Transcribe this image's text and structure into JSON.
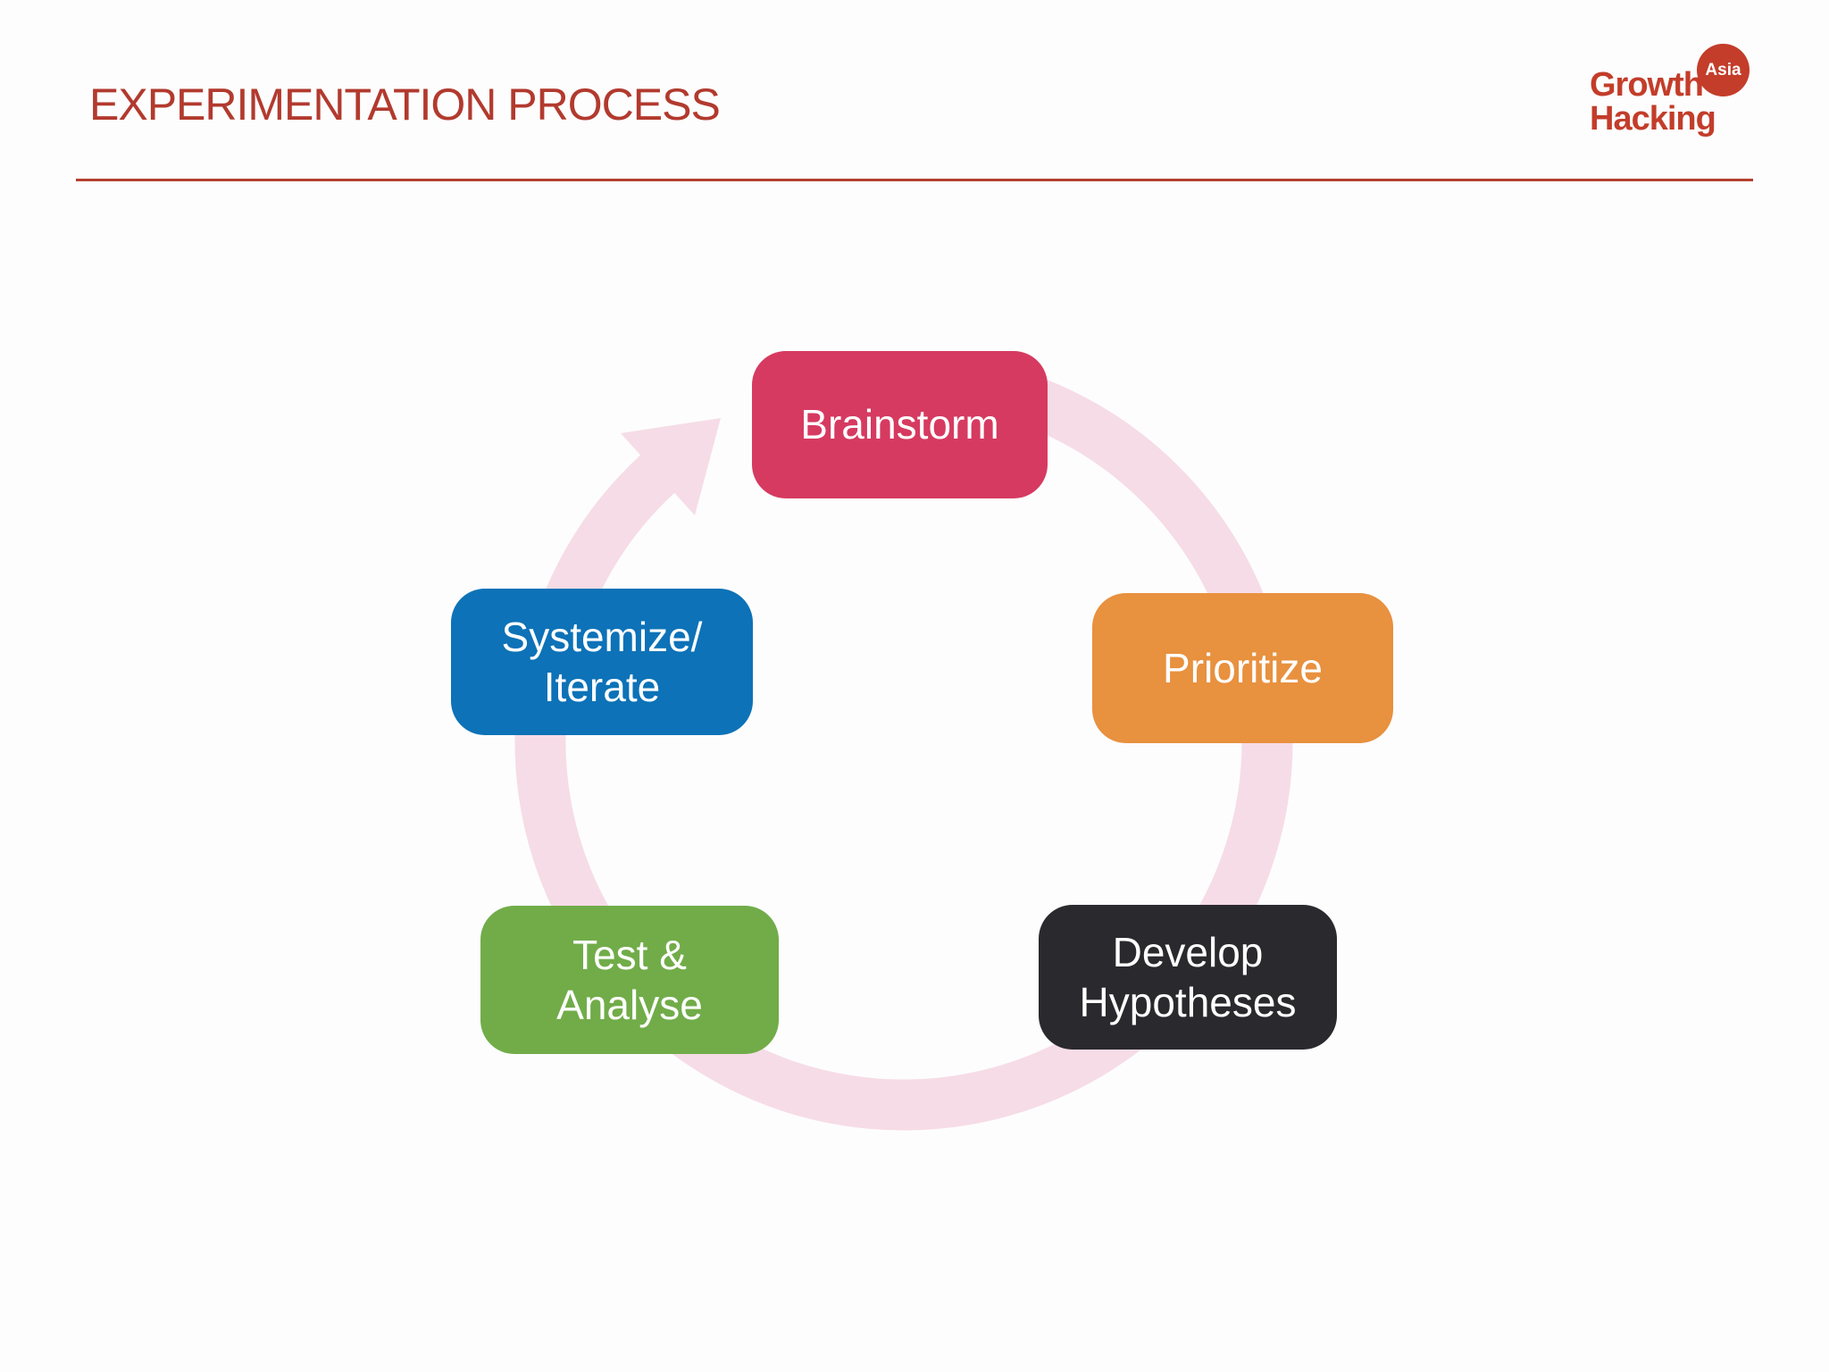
{
  "slide": {
    "title": "EXPERIMENTATION PROCESS",
    "title_color": "#b23a2e",
    "rule_color": "#b5402f",
    "background": "#fdfdfd"
  },
  "logo": {
    "name": "Growth Hacking Asia",
    "line1": "Growth",
    "line2": "Hacking",
    "badge": "Asia",
    "color": "#c33d2a",
    "badge_text_color": "#ffffff"
  },
  "diagram": {
    "type": "cycle",
    "direction": "clockwise",
    "ring_color": "#f6dce6",
    "label_text_color": "#ffffff",
    "steps": [
      {
        "label": "Brainstorm",
        "color": "#d63a60",
        "position": "top"
      },
      {
        "label": "Prioritize",
        "color": "#e8913f",
        "position": "right"
      },
      {
        "label": "Develop\nHypotheses",
        "color": "#2a292e",
        "position": "bottom-right"
      },
      {
        "label": "Test &\nAnalyse",
        "color": "#71ac49",
        "position": "bottom-left"
      },
      {
        "label": "Systemize/\nIterate",
        "color": "#0d72b7",
        "position": "left"
      }
    ]
  }
}
